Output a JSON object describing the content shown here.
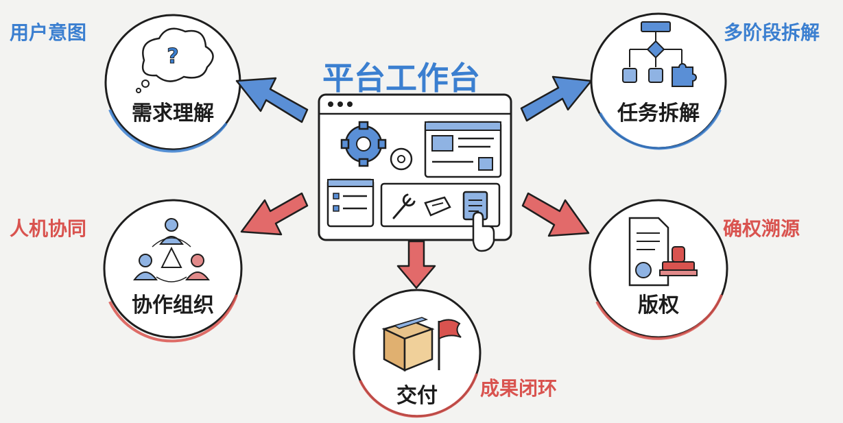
{
  "title": "平台工作台",
  "nodes": {
    "top_left": {
      "tag": "用户意图",
      "name": "需求理解"
    },
    "top_right": {
      "tag": "多阶段拆解",
      "name": "任务拆解"
    },
    "mid_left": {
      "tag": "人机协同",
      "name": "协作组织"
    },
    "mid_right": {
      "tag": "确权溯源",
      "name": "版权"
    },
    "bottom": {
      "tag": "成果闭环",
      "name": "交付"
    }
  },
  "colors": {
    "blue_accent": "#3b7fd0",
    "red_accent": "#d9534f",
    "background": "#f3f3f1",
    "line": "#222222"
  },
  "icons": {
    "top_left": "thought-bubble-question-icon",
    "top_right": "flowchart-icon",
    "mid_left": "team-network-icon",
    "mid_right": "document-stamp-icon",
    "bottom": "box-flag-icon",
    "center": "dashboard-window-icon"
  }
}
